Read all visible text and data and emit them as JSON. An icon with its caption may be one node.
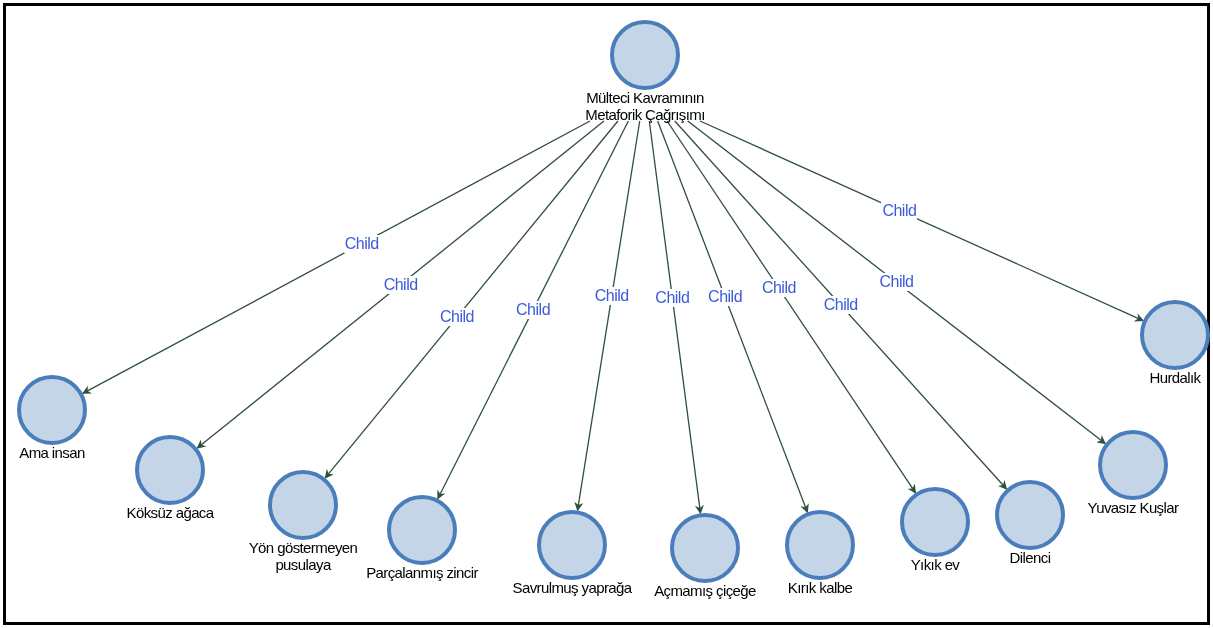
{
  "diagram": {
    "nodes": [
      {
        "text": [
          "Mülteci Kavramının Metaforik Çağrışımı"
        ]
      },
      {
        "text": [
          "Ama insan"
        ]
      },
      {
        "text": [
          "Köksüz ağaca"
        ]
      },
      {
        "text": [
          "Yön göstermeyen pusulaya"
        ]
      },
      {
        "text": [
          "Parçalanmış zincir"
        ]
      },
      {
        "text": [
          "Savrulmuş yaprağa"
        ]
      },
      {
        "text": [
          "Açmamış çiçeğe"
        ]
      },
      {
        "text": [
          "Kırık kalbe"
        ]
      },
      {
        "text": [
          "Yıkık ev"
        ]
      },
      {
        "text": [
          "Dilenci"
        ]
      },
      {
        "text": [
          "Yuvasız Kuşlar"
        ]
      },
      {
        "text": [
          "Hurdalık"
        ]
      }
    ],
    "edges": [
      {
        "from": 0,
        "to": 1,
        "arrow": "to",
        "label": "Child"
      },
      {
        "from": 0,
        "to": 2,
        "arrow": "to",
        "label": "Child"
      },
      {
        "from": 0,
        "to": 3,
        "arrow": "to",
        "label": "Child"
      },
      {
        "from": 0,
        "to": 4,
        "arrow": "to",
        "label": "Child"
      },
      {
        "from": 0,
        "to": 5,
        "arrow": "to",
        "label": "Child"
      },
      {
        "from": 0,
        "to": 6,
        "arrow": "to",
        "label": "Child"
      },
      {
        "from": 0,
        "to": 7,
        "arrow": "to",
        "label": "Child"
      },
      {
        "from": 0,
        "to": 8,
        "arrow": "to",
        "label": "Child"
      },
      {
        "from": 0,
        "to": 9,
        "arrow": "to",
        "label": "Child"
      },
      {
        "from": 0,
        "to": 10,
        "arrow": "to",
        "label": "Child"
      },
      {
        "from": 0,
        "to": 11,
        "arrow": "to",
        "label": "Child"
      }
    ]
  }
}
